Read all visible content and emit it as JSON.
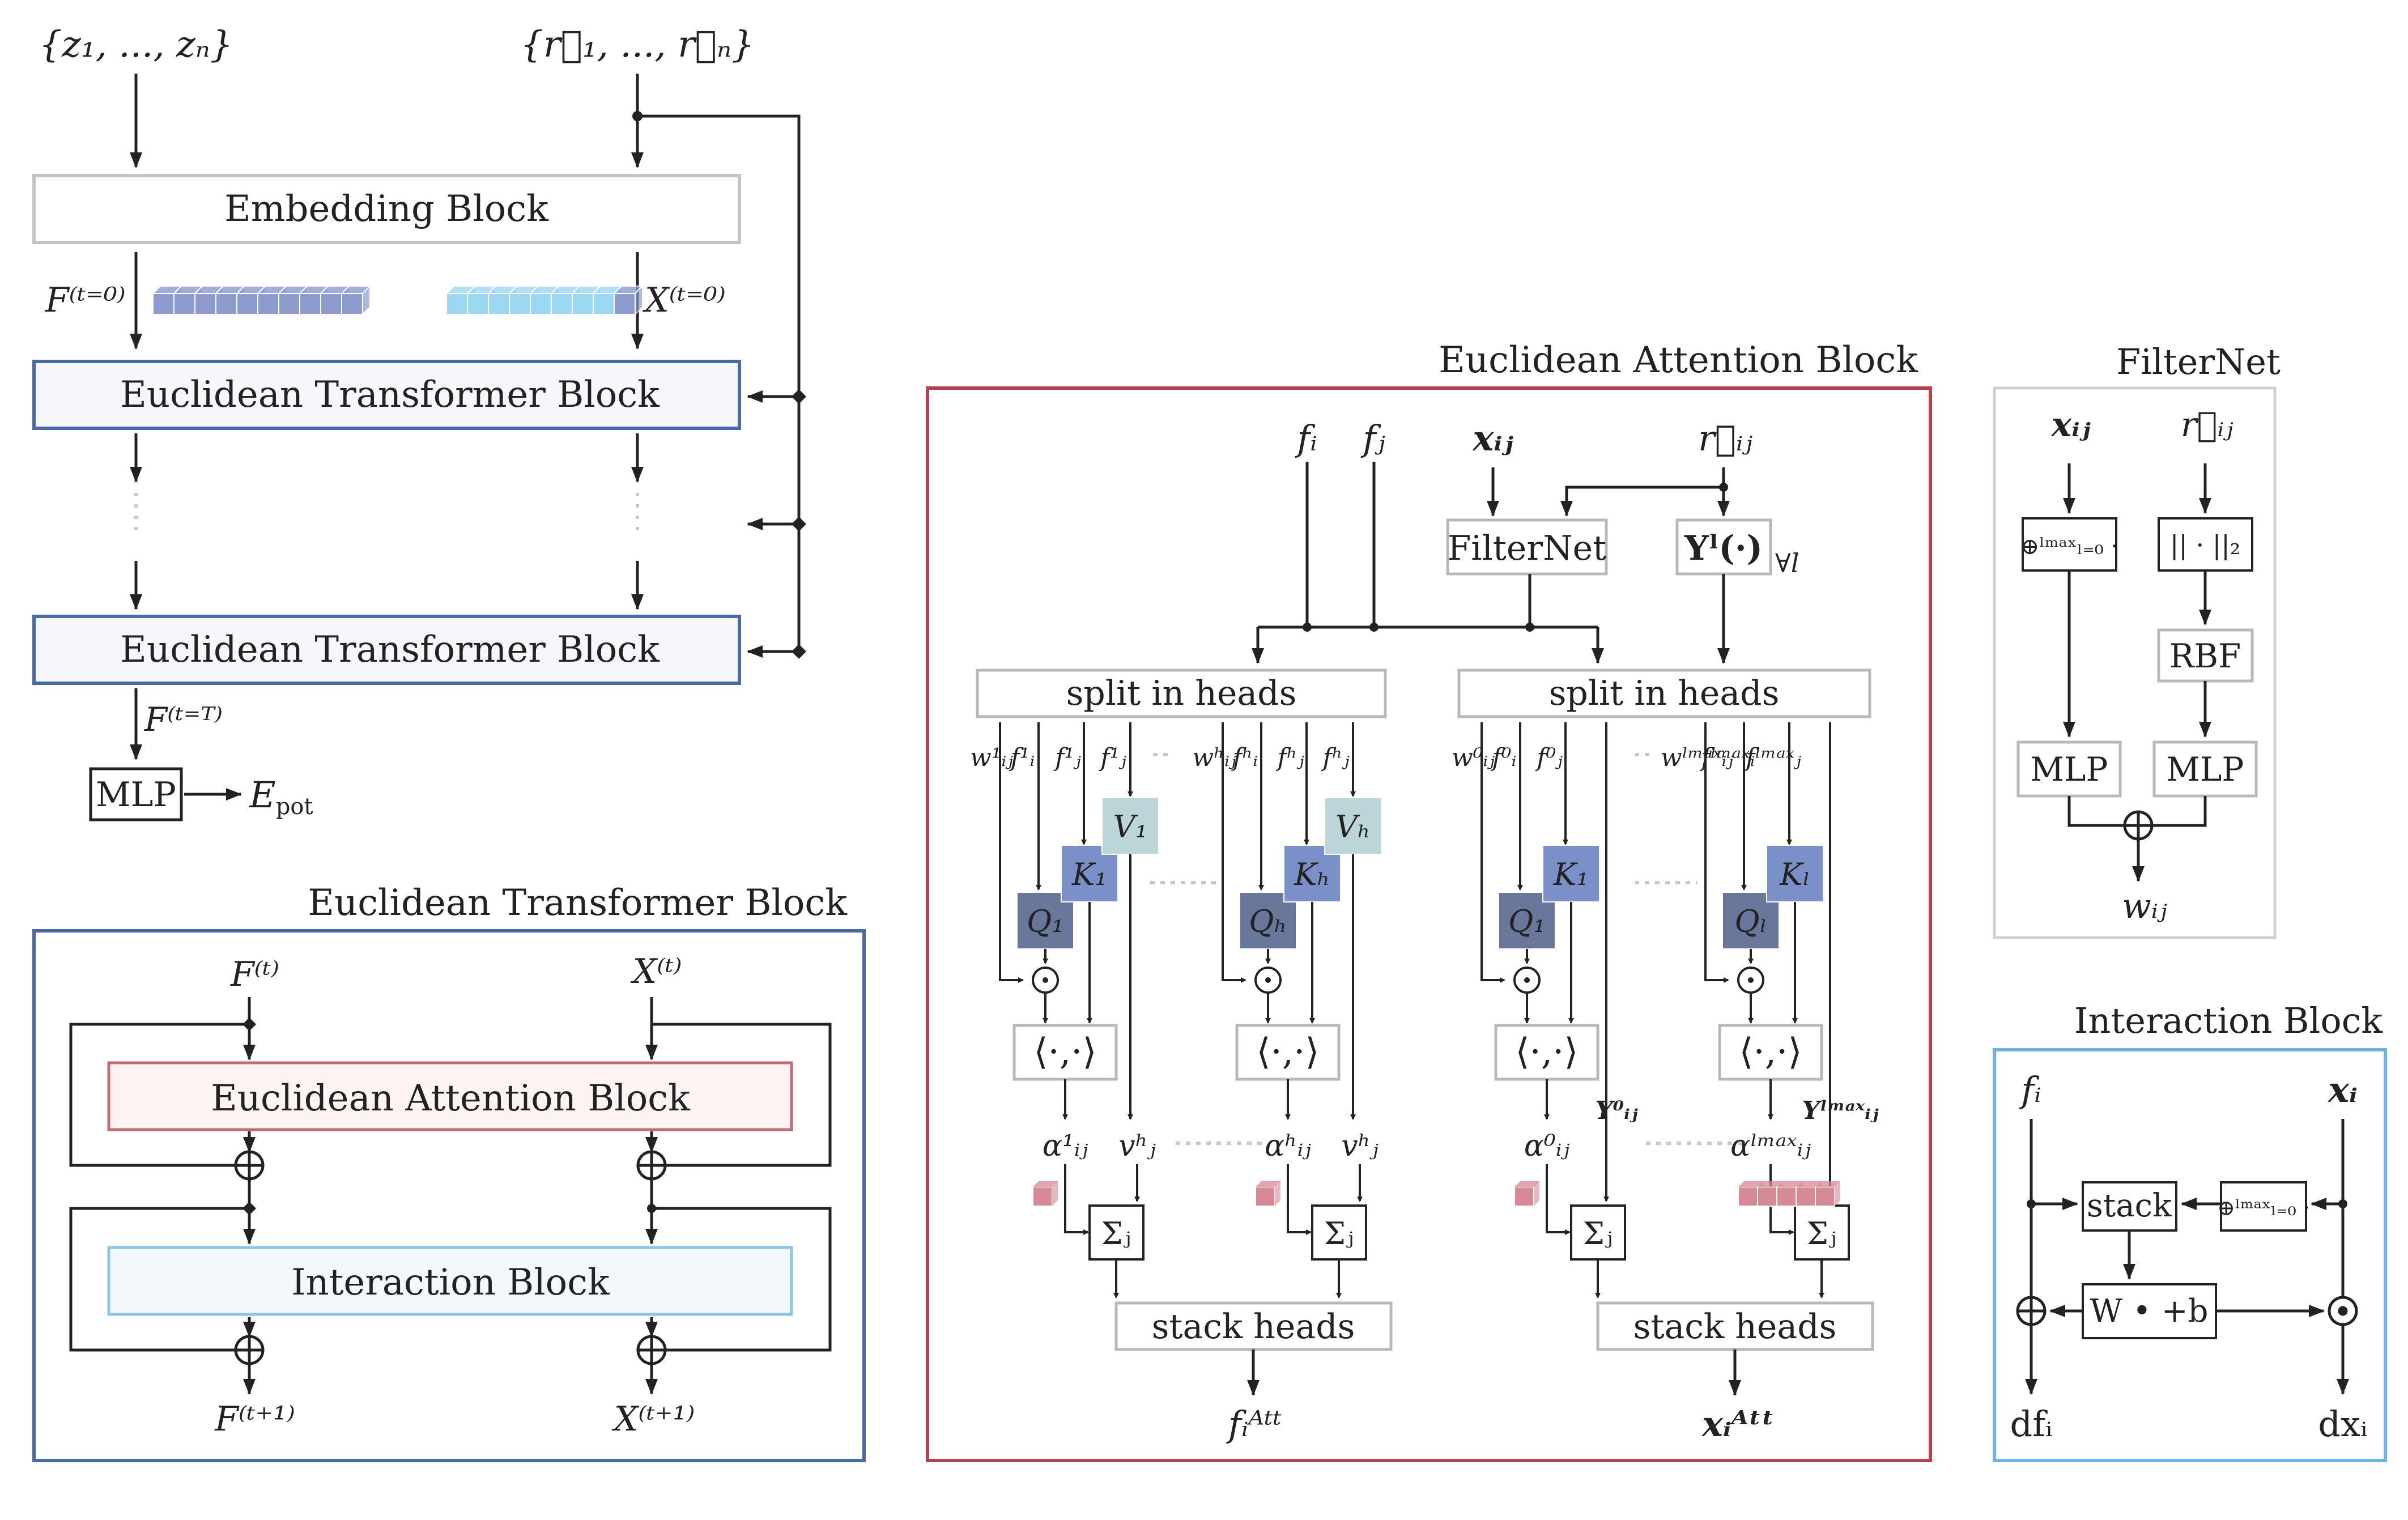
{
  "colors": {
    "blue_border": "#4a6aa5",
    "red_border": "#b3424f",
    "light_blue_border": "#6fb4e3",
    "gray_border": "#b8b8b8",
    "K_fill": "#7b90c6",
    "Q_fill": "#68779a",
    "V_fill": "#bcd5d8",
    "embed_cube": "#8d9bcf",
    "pos_cube": "#9dd8f2",
    "attn_cube": "#d58a96"
  },
  "main": {
    "input_z": "{z₁, ..., zₙ}",
    "input_r": "{r⃗₁, ..., r⃗ₙ}",
    "embedding": "Embedding Block",
    "F0": "F⁽ᵗ⁼⁰⁾",
    "X0": "X⁽ᵗ⁼⁰⁾",
    "etb1": "Euclidean Transformer Block",
    "etb2": "Euclidean Transformer Block",
    "FT": "F⁽ᵗ⁼ᵀ⁾",
    "mlp": "MLP",
    "epot": "E",
    "epot_sub": "pot"
  },
  "etb": {
    "title": "Euclidean Transformer Block",
    "Ft": "F⁽ᵗ⁾",
    "Xt": "X⁽ᵗ⁾",
    "attn": "Euclidean Attention Block",
    "inter": "Interaction Block",
    "Ft1": "F⁽ᵗ⁺¹⁾",
    "Xt1": "X⁽ᵗ⁺¹⁾"
  },
  "eab": {
    "title": "Euclidean Attention Block",
    "fi": "fᵢ",
    "fj": "fⱼ",
    "xij": "xᵢⱼ",
    "rij": "r⃗ᵢⱼ",
    "filternet": "FilterNet",
    "ylm": "Yˡ(·)",
    "forall": "∀l",
    "split1": "split in heads",
    "split2": "split in heads",
    "heads1": [
      "w¹ᵢⱼ",
      "f¹ᵢ",
      "f¹ⱼ",
      "f¹ⱼ",
      "wʰᵢⱼ",
      "fʰᵢ",
      "fʰⱼ",
      "fʰⱼ"
    ],
    "heads2": [
      "w⁰ᵢⱼ",
      "f⁰ᵢ",
      "f⁰ⱼ",
      "wˡᵐᵃˣᵢⱼ",
      "fˡᵐᵃˣᵢ",
      "fˡᵐᵃˣⱼ"
    ],
    "V1": "V₁",
    "Vh": "Vₕ",
    "K1": "K₁",
    "Kh": "Kₕ",
    "K1b": "K₁",
    "Klmax": "Kₗ",
    "Q1": "Q₁",
    "Qh": "Qₕ",
    "Q1b": "Q₁",
    "Qlmax": "Qₗ",
    "odot": "⊙",
    "inner": "⟨·,·⟩",
    "alpha1": "α¹ᵢⱼ",
    "vh_1": "vʰⱼ",
    "alphah": "αʰᵢⱼ",
    "vh_2": "vʰⱼ",
    "alpha0": "α⁰ᵢⱼ",
    "Y0": "Y⁰ᵢⱼ",
    "alphalmax": "αˡᵐᵃˣᵢⱼ",
    "Ylmax": "Yˡᵐᵃˣᵢⱼ",
    "sigma": "Σⱼ",
    "stack1": "stack heads",
    "stack2": "stack heads",
    "fatt": "fᵢᴬᵗᵗ",
    "xatt": "xᵢᴬᵗᵗ"
  },
  "filternet": {
    "title": "FilterNet",
    "xij": "xᵢⱼ",
    "rij": "r⃗ᵢⱼ",
    "oplus": "⊕ˡᵐᵃˣₗ₌₀ ·",
    "norm": "|| · ||₂",
    "rbf": "RBF",
    "mlp1": "MLP",
    "mlp2": "MLP",
    "wij": "wᵢⱼ"
  },
  "interaction": {
    "title": "Interaction Block",
    "fi": "fᵢ",
    "xi": "xᵢ",
    "stack": "stack",
    "oplus": "⊕ˡᵐᵃˣₗ₌₀ ·",
    "wb": "W • +b",
    "dfi": "dfᵢ",
    "dxi": "dxᵢ"
  }
}
